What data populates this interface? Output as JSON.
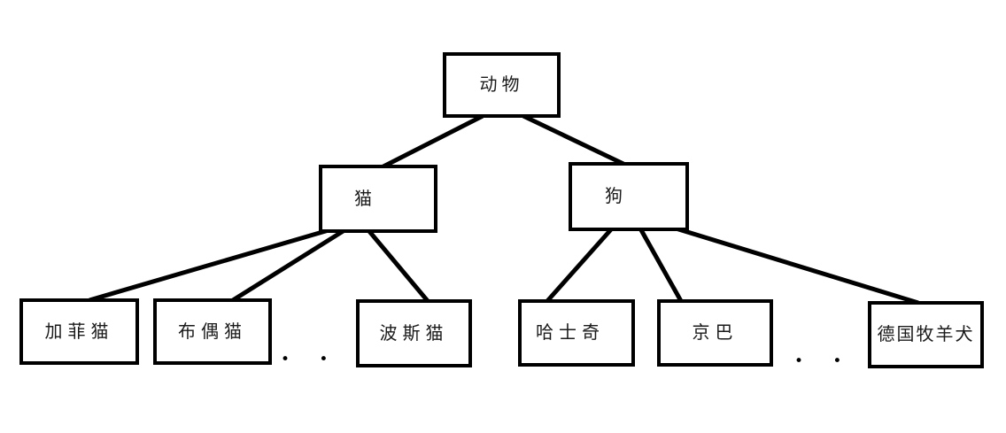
{
  "tree": {
    "root": {
      "label": "动物"
    },
    "branches": [
      {
        "label": "猫",
        "children": [
          "加菲猫",
          "布偶猫",
          "波斯猫"
        ],
        "ellipsis": "• • •"
      },
      {
        "label": "狗",
        "children": [
          "哈士奇",
          "京巴",
          "德国牧羊犬"
        ],
        "ellipsis": "• • •"
      }
    ]
  },
  "colors": {
    "line": "#000000",
    "border": "#000000",
    "text": "#1a1a1a",
    "background": "#ffffff"
  }
}
